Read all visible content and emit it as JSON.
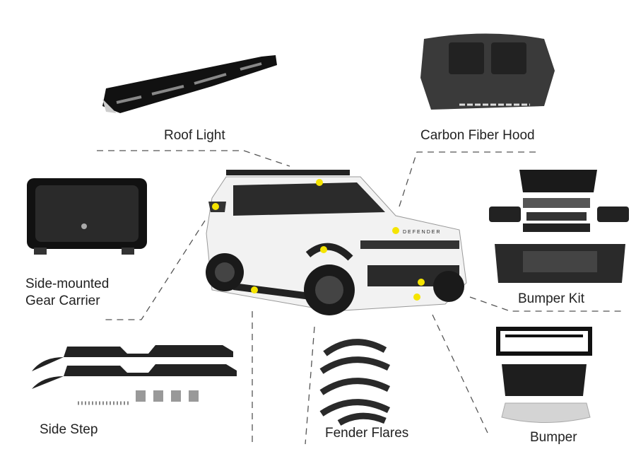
{
  "labels": {
    "roof_light": "Roof Light",
    "carbon_fiber_hood": "Carbon Fiber Hood",
    "gear_carrier_line1": "Side-mounted",
    "gear_carrier_line2": "Gear Carrier",
    "bumper_kit": "Bumper Kit",
    "side_step": "Side Step",
    "fender_flares": "Fender Flares",
    "bumper": "Bumper"
  },
  "vehicle_badge": "DEFENDER",
  "colors": {
    "marker": "#f5e400",
    "line": "#555555",
    "text": "#222222"
  }
}
